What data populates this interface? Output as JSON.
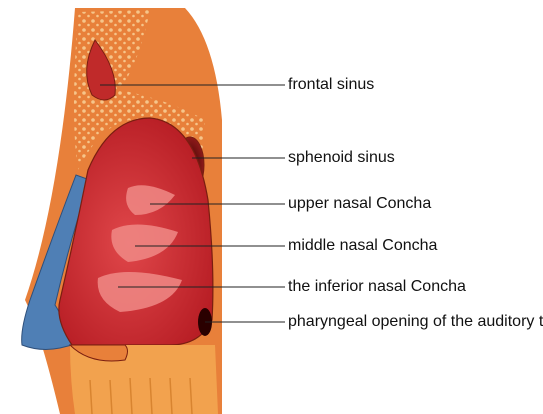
{
  "diagram": {
    "labels": [
      {
        "id": "frontal-sinus",
        "text": "frontal sinus"
      },
      {
        "id": "sphenoid-sinus",
        "text": "sphenoid sinus"
      },
      {
        "id": "upper-nasal-concha",
        "text": "upper nasal Concha"
      },
      {
        "id": "middle-nasal-concha",
        "text": "middle nasal Concha"
      },
      {
        "id": "inferior-nasal-concha",
        "text": "the inferior nasal Concha"
      },
      {
        "id": "pharyngeal-opening",
        "text": "pharyngeal opening of the auditory tube"
      }
    ],
    "colors": {
      "bone": "#E8803A",
      "bone_pores": "#F6C58A",
      "cavity": "#C9262C",
      "cavity_light": "#E0474A",
      "concha": "#F08A86",
      "skin": "#4F7FB5",
      "outline": "#7A1E10",
      "leader": "#222222"
    }
  }
}
